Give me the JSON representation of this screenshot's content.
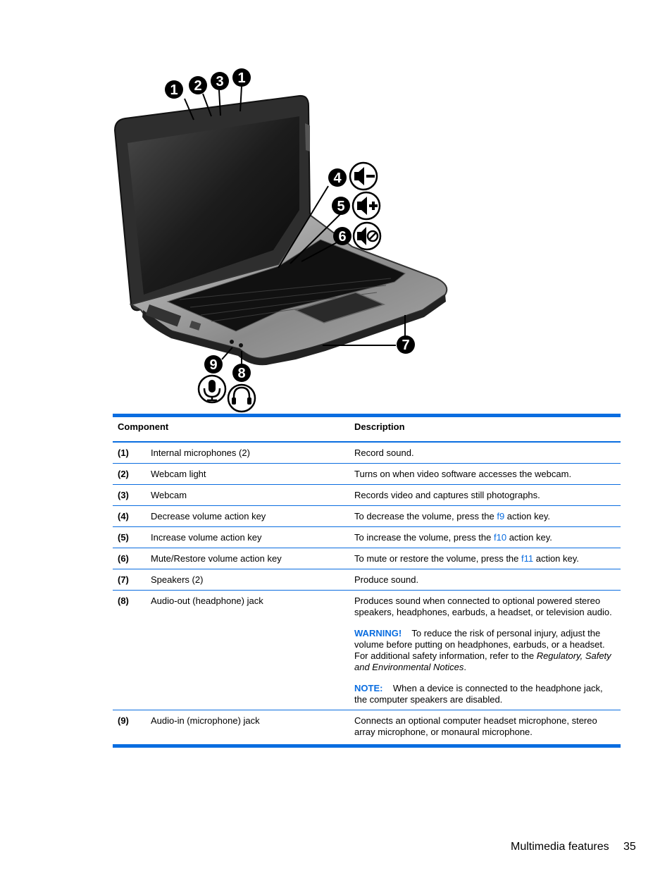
{
  "figure": {
    "callouts": [
      "1",
      "2",
      "3",
      "1",
      "4",
      "5",
      "6",
      "7",
      "8",
      "9"
    ]
  },
  "table": {
    "headers": {
      "component": "Component",
      "description": "Description"
    },
    "rows": [
      {
        "num": "(1)",
        "name": "Internal microphones (2)",
        "desc": "Record sound."
      },
      {
        "num": "(2)",
        "name": "Webcam light",
        "desc": "Turns on when video software accesses the webcam."
      },
      {
        "num": "(3)",
        "name": "Webcam",
        "desc": "Records video and captures still photographs."
      },
      {
        "num": "(4)",
        "name": "Decrease volume action key",
        "desc_pre": "To decrease the volume, press the ",
        "key": "f9",
        "desc_post": " action key."
      },
      {
        "num": "(5)",
        "name": "Increase volume action key",
        "desc_pre": "To increase the volume, press the ",
        "key": "f10",
        "desc_post": " action key."
      },
      {
        "num": "(6)",
        "name": "Mute/Restore volume action key",
        "desc_pre": "To mute or restore the volume, press the ",
        "key": "f11",
        "desc_post": " action key."
      },
      {
        "num": "(7)",
        "name": "Speakers (2)",
        "desc": "Produce sound."
      },
      {
        "num": "(8)",
        "name": "Audio-out (headphone) jack",
        "desc": "Produces sound when connected to optional powered stereo speakers, headphones, earbuds, a headset, or television audio.",
        "warning_label": "WARNING!",
        "warning_text": "To reduce the risk of personal injury, adjust the volume before putting on headphones, earbuds, or a headset. For additional safety information, refer to the ",
        "warning_ref": "Regulatory, Safety and Environmental Notices",
        "warning_end": ".",
        "note_label": "NOTE:",
        "note_text": "When a device is connected to the headphone jack, the computer speakers are disabled."
      },
      {
        "num": "(9)",
        "name": "Audio-in (microphone) jack",
        "desc": "Connects an optional computer headset microphone, stereo array microphone, or monaural microphone."
      }
    ]
  },
  "footer": {
    "section": "Multimedia features",
    "page": "35"
  }
}
